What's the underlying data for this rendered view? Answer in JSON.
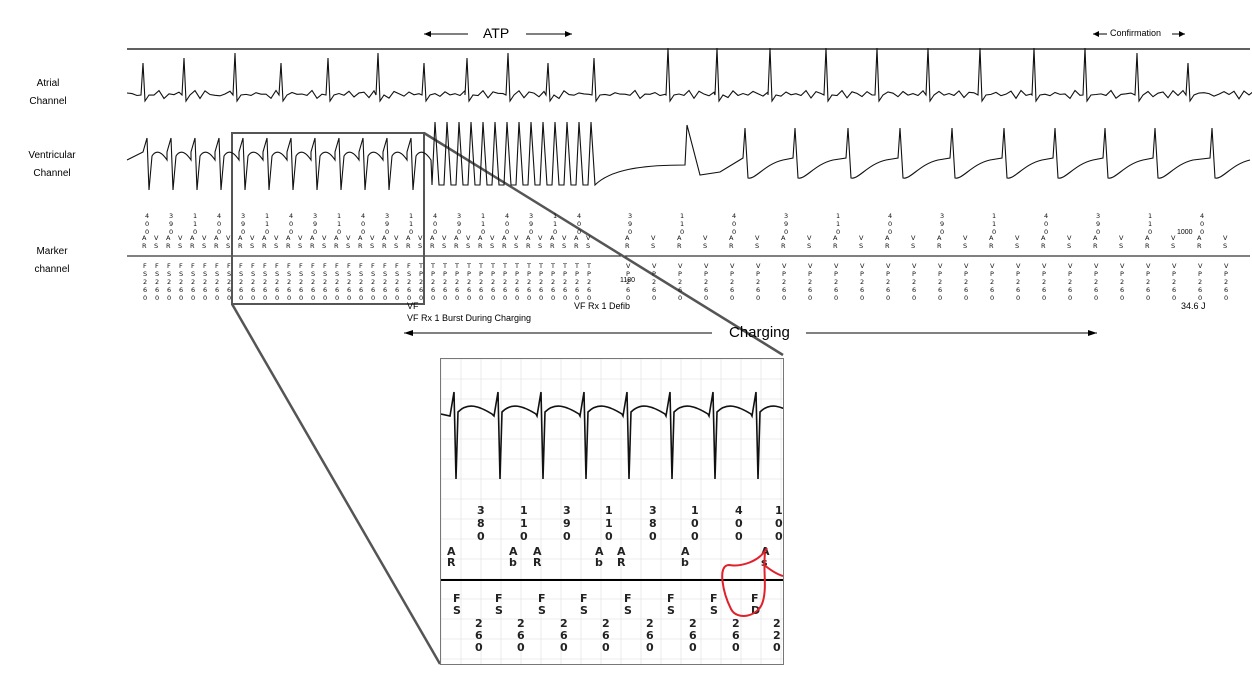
{
  "labels": {
    "atp": "ATP",
    "confirmation": "Confirmation",
    "atrial_channel": "Atrial\nChannel",
    "ventricular_channel": "Ventricular\nChannel",
    "marker_channel": "Marker\nchannel",
    "vf": "VF",
    "vf_rx1_burst": "VF Rx 1 Burst During Charging",
    "vf_rx1_defib": "VF Rx 1 Defib",
    "charging": "Charging",
    "value_1180": "1180",
    "value_1000": "1000",
    "energy": "34.6 J"
  },
  "zoom_markers": {
    "upper_intervals": [
      "380",
      "110",
      "390",
      "110",
      "380",
      "100",
      "400",
      "100"
    ],
    "event_labels": [
      "AR",
      "Ab",
      "AR",
      "Ab",
      "AR",
      "Ab",
      "As"
    ],
    "lower_events": [
      "FS",
      "FS",
      "FS",
      "FS",
      "FS",
      "FS",
      "FS",
      "FD"
    ],
    "lower_intervals": [
      "260",
      "260",
      "260",
      "260",
      "260",
      "260",
      "260",
      "220"
    ]
  },
  "annotation_color": "#e0202a"
}
